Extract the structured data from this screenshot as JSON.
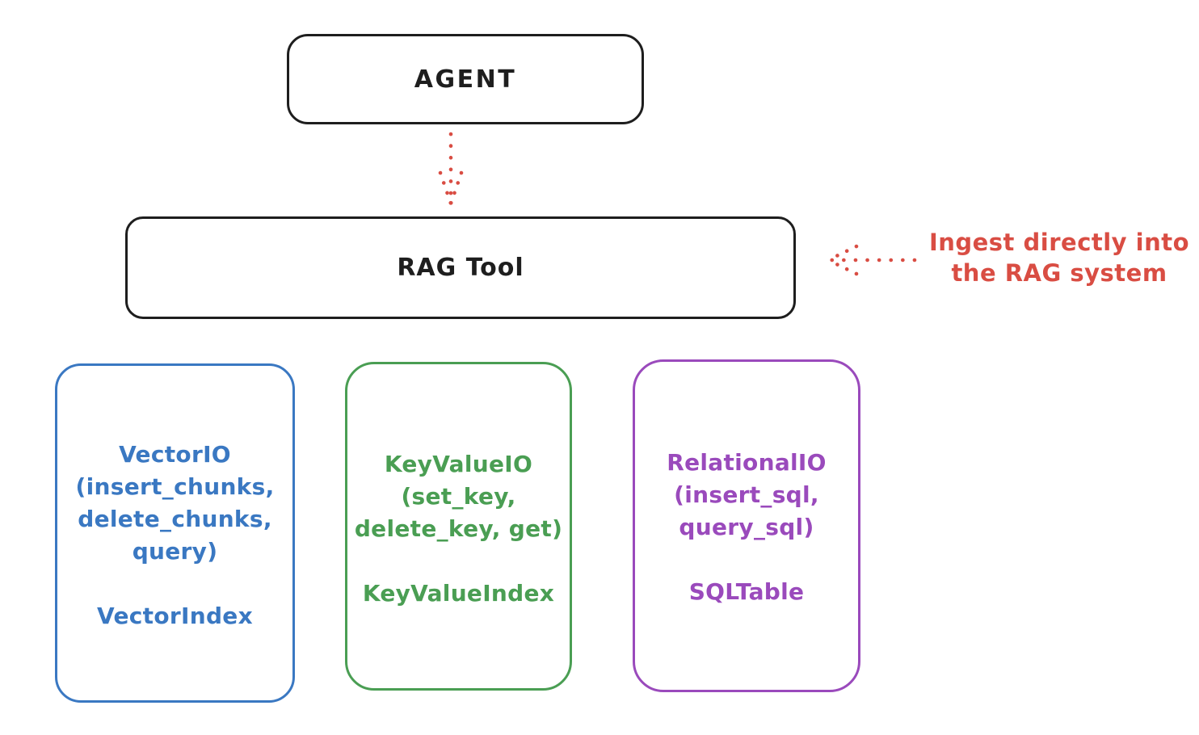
{
  "colors": {
    "ink": "#1e1e1e",
    "red": "#d94d43",
    "blue": "#3a78c2",
    "green": "#4a9e53",
    "purple": "#9a4abc"
  },
  "nodes": {
    "agent": {
      "label": "AGENT"
    },
    "rag_tool": {
      "label": "RAG Tool"
    }
  },
  "annotation": {
    "line1": "Ingest directly into",
    "line2": "the RAG system"
  },
  "arrows": [
    {
      "name": "agent-to-rag-tool",
      "style": "dotted",
      "direction": "down"
    },
    {
      "name": "annotation-to-rag-tool",
      "style": "dotted",
      "direction": "left"
    }
  ],
  "backends": [
    {
      "name": "VectorIO",
      "color": "#3a78c2",
      "lines": [
        "VectorIO",
        "(insert_chunks,",
        "delete_chunks,",
        "query)"
      ],
      "index_label": "VectorIndex"
    },
    {
      "name": "KeyValueIO",
      "color": "#4a9e53",
      "lines": [
        "KeyValueIO",
        "(set_key,",
        "delete_key, get)"
      ],
      "index_label": "KeyValueIndex"
    },
    {
      "name": "RelationalIO",
      "color": "#9a4abc",
      "lines": [
        "RelationalIO",
        "(insert_sql,",
        "query_sql)"
      ],
      "index_label": "SQLTable"
    }
  ]
}
